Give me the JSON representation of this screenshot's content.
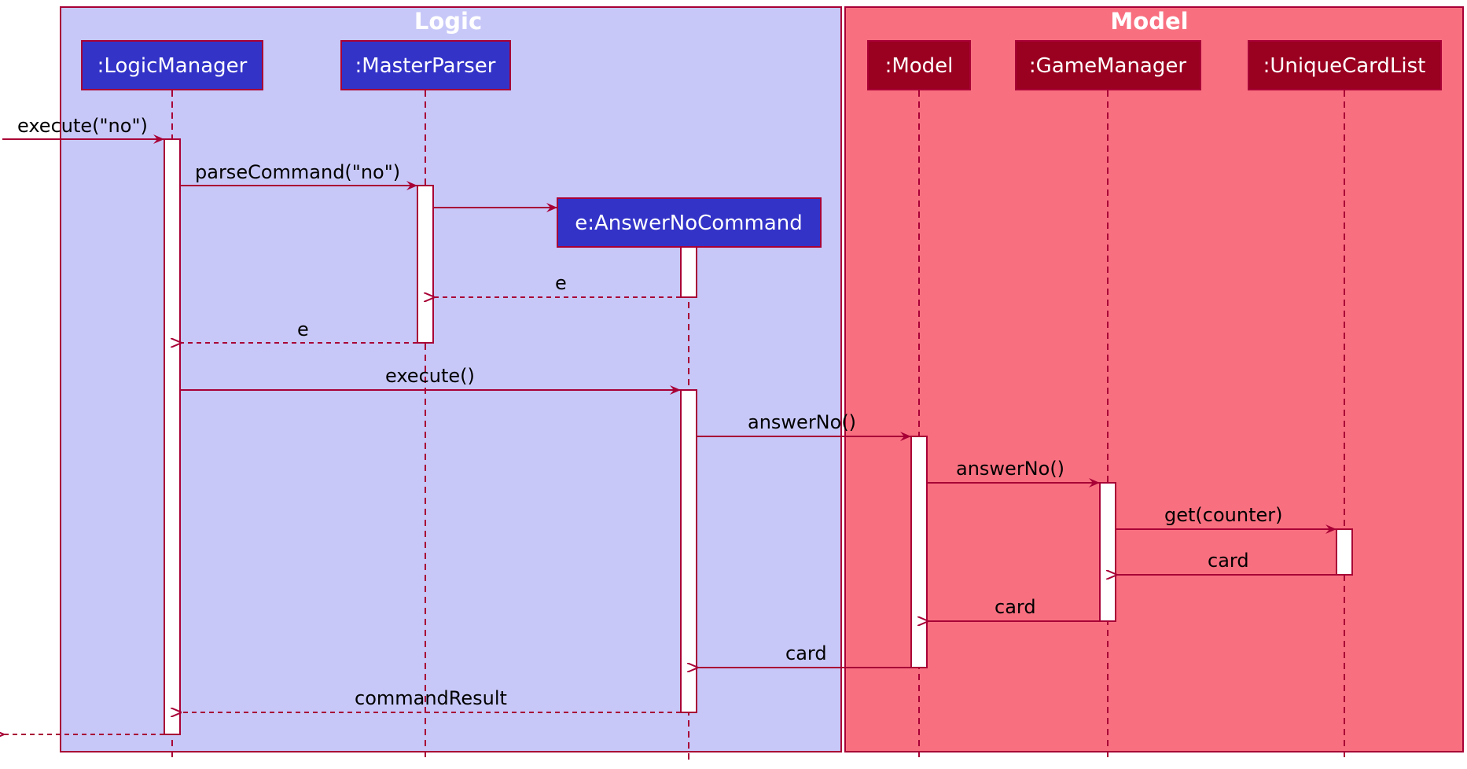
{
  "groups": {
    "logic": {
      "title": "Logic"
    },
    "model": {
      "title": "Model"
    }
  },
  "participants": {
    "logic_manager": ":LogicManager",
    "master_parser": ":MasterParser",
    "answer_no_command": "e:AnswerNoCommand",
    "model": ":Model",
    "game_manager": ":GameManager",
    "unique_card_list": ":UniqueCardList"
  },
  "messages": {
    "m1": "execute(\"no\")",
    "m2": "parseCommand(\"no\")",
    "m3": "e",
    "m4": "e",
    "m5": "execute()",
    "m6": "answerNo()",
    "m7": "answerNo()",
    "m8": "get(counter)",
    "m9": "card",
    "m10": "card",
    "m11": "card",
    "m12": "commandResult"
  },
  "colors": {
    "logic_bg": "#c8c8f8",
    "model_bg": "#f87080",
    "logic_box": "#3333c8",
    "model_box": "#9a0020",
    "stroke": "#a80036"
  }
}
